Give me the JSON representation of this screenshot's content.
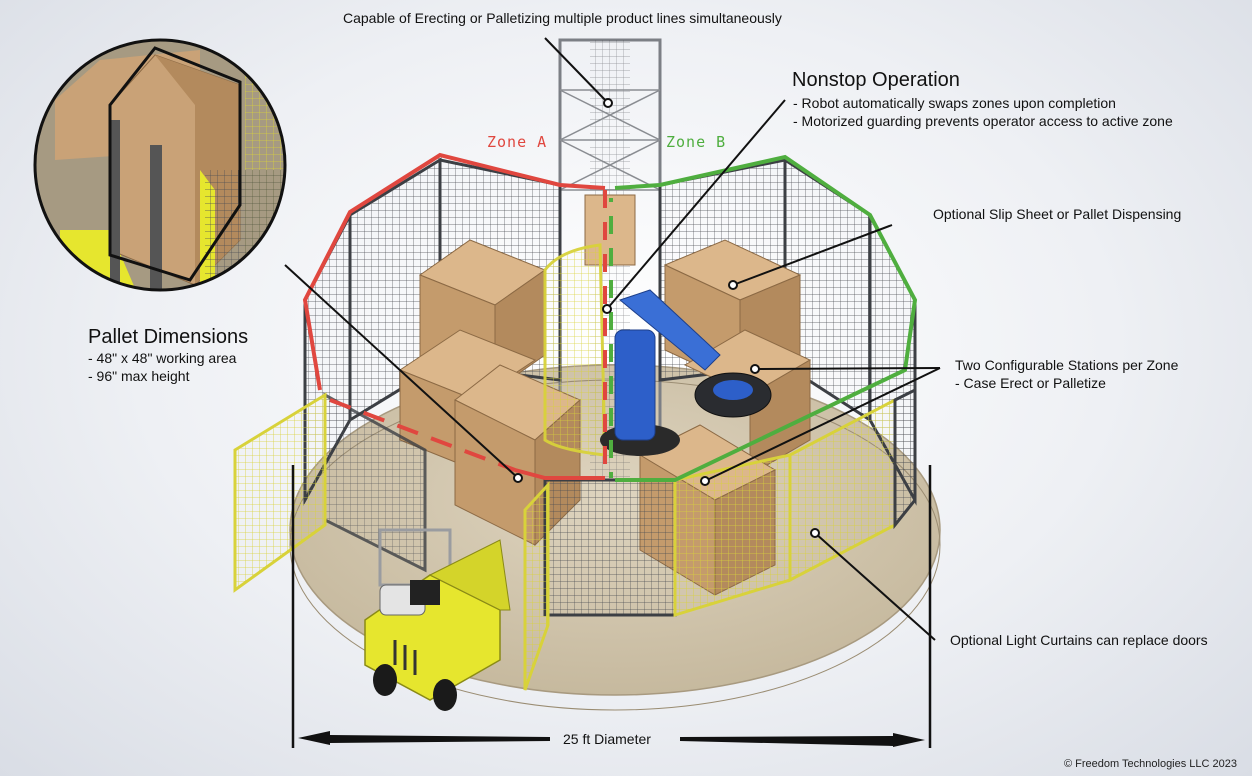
{
  "labels": {
    "top": "Capable of Erecting or Palletizing multiple product lines simultaneously",
    "nonstop_title": "Nonstop Operation",
    "nonstop_1": "- Robot automatically swaps zones upon completion",
    "nonstop_2": "- Motorized guarding prevents operator access to active zone",
    "slip_sheet": "Optional Slip Sheet or Pallet Dispensing",
    "stations_title": "Two Configurable Stations per Zone",
    "stations_1": "- Case Erect or Palletize",
    "light_curtains": "Optional Light Curtains can replace doors",
    "pallet_title": "Pallet Dimensions",
    "pallet_1": "- 48\" x 48\" working area",
    "pallet_2": "- 96\" max height",
    "diameter": "25 ft Diameter",
    "copyright": "© Freedom Technologies LLC 2023"
  },
  "zones": {
    "a": {
      "label": "Zone A",
      "color": "#e0473f"
    },
    "b": {
      "label": "Zone B",
      "color": "#4fae3f"
    }
  },
  "colors": {
    "fence": "#3c3f44",
    "cardboard": "#c9a277",
    "robot": "#2d5fc9",
    "yellow_guard": "#e8e35a",
    "forklift": "#e6e62e",
    "floor": "#d3c8b3"
  }
}
